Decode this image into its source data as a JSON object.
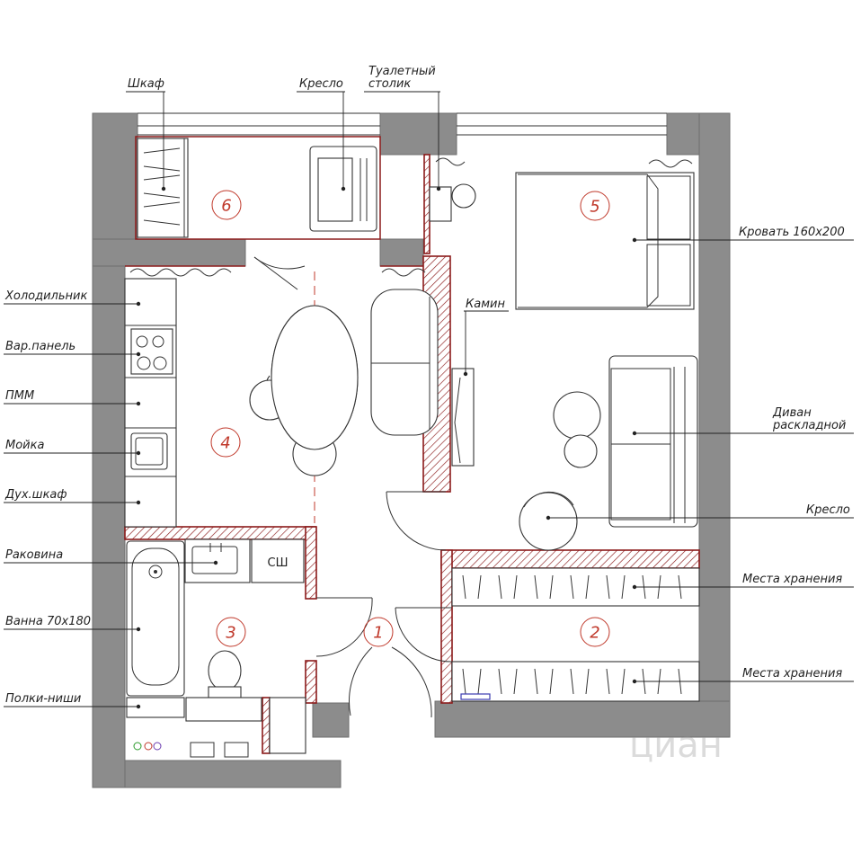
{
  "labels": {
    "wardrobe": "Шкаф",
    "armchair_top": "Кресло",
    "vanity_table": "Туалетный столик",
    "bed": "Кровать 160х200",
    "fridge": "Холодильник",
    "cooktop": "Вар.панель",
    "dishwasher": "ПММ",
    "sink": "Мойка",
    "fireplace": "Камин",
    "oven": "Дух.шкаф",
    "sofa": "Диван раскладной",
    "armchair_right": "Кресло",
    "basin": "Раковина",
    "storage_1": "Места хранения",
    "bathtub": "Ванна 70х180",
    "storage_2": "Места хранения",
    "shelves": "Полки-ниши",
    "washer": "СШ"
  },
  "rooms": [
    "1",
    "2",
    "3",
    "4",
    "5",
    "6"
  ],
  "watermark": "циан",
  "colors": {
    "wall": "#8c8c8c",
    "inner_wall": "#8b1a1a",
    "room_number": "#c0392b",
    "line": "#333333"
  }
}
